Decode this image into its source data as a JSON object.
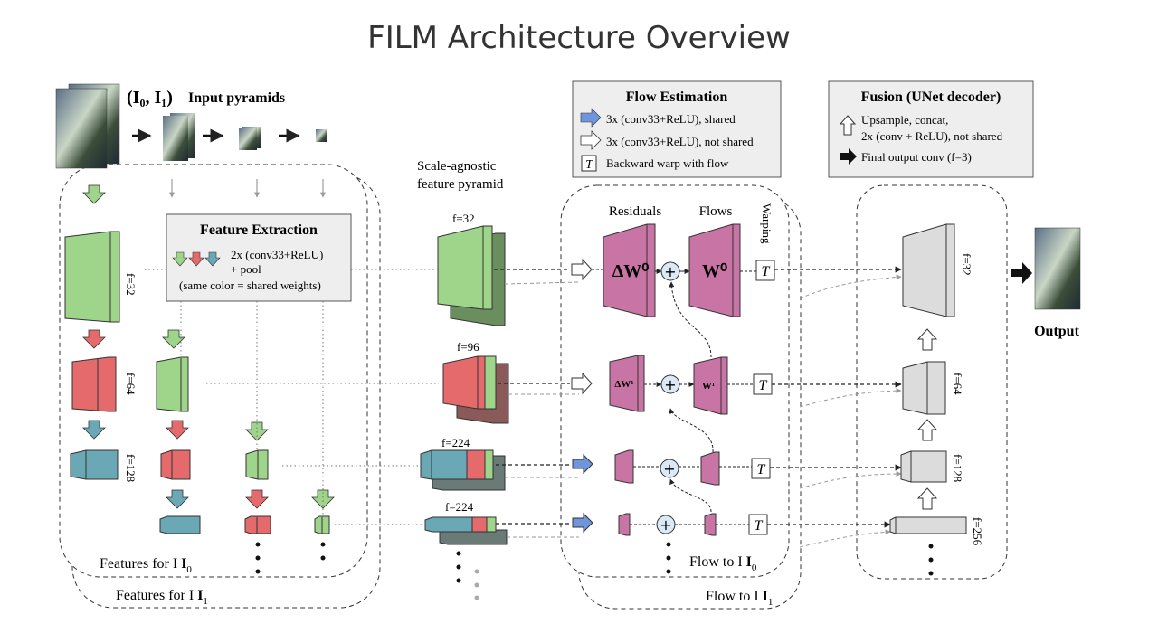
{
  "title": "FILM Architecture Overview",
  "input": {
    "pair_label": "(I₀, I₁)",
    "pyramids_label": "Input pyramids"
  },
  "feature_extraction": {
    "title": "Feature Extraction",
    "line1": "2x (conv33+ReLU)",
    "line2": "+ pool",
    "line3": "(same color = shared weights)"
  },
  "encoder": {
    "levels": [
      "f=32",
      "f=64",
      "f=128"
    ],
    "features_i0": "Features for I",
    "features_i1": "Features for I",
    "sub0": "0",
    "sub1": "1"
  },
  "pyramid": {
    "title_line1": "Scale-agnostic",
    "title_line2": "feature pyramid",
    "levels": [
      "f=32",
      "f=96",
      "f=224",
      "f=224"
    ]
  },
  "flow_estimation": {
    "title": "Flow Estimation",
    "legend": [
      "3x (conv33+ReLU), shared",
      "3x (conv33+ReLU), not shared",
      "Backward warp with flow"
    ],
    "col_residuals": "Residuals",
    "col_flows": "Flows",
    "col_warping": "Warping",
    "res0": "ΔW⁰",
    "flow0": "W⁰",
    "res1": "ΔW¹",
    "flow1": "W¹",
    "flow_to_i0": "Flow to I",
    "flow_to_i1": "Flow to I",
    "sub0": "0",
    "sub1": "1"
  },
  "fusion": {
    "title": "Fusion (UNet decoder)",
    "legend1_line1": "Upsample, concat,",
    "legend1_line2": "2x (conv + ReLU), not shared",
    "legend2": "Final output conv (f=3)",
    "levels": [
      "f=32",
      "f=64",
      "f=128",
      "f=256"
    ]
  },
  "output": {
    "label": "Output"
  },
  "colors": {
    "green": "#9fd58a",
    "red": "#e56a6c",
    "teal": "#6aa8b5",
    "magenta": "#c875a6",
    "gray": "#dcdcdc",
    "blue": "#6f95dd"
  }
}
